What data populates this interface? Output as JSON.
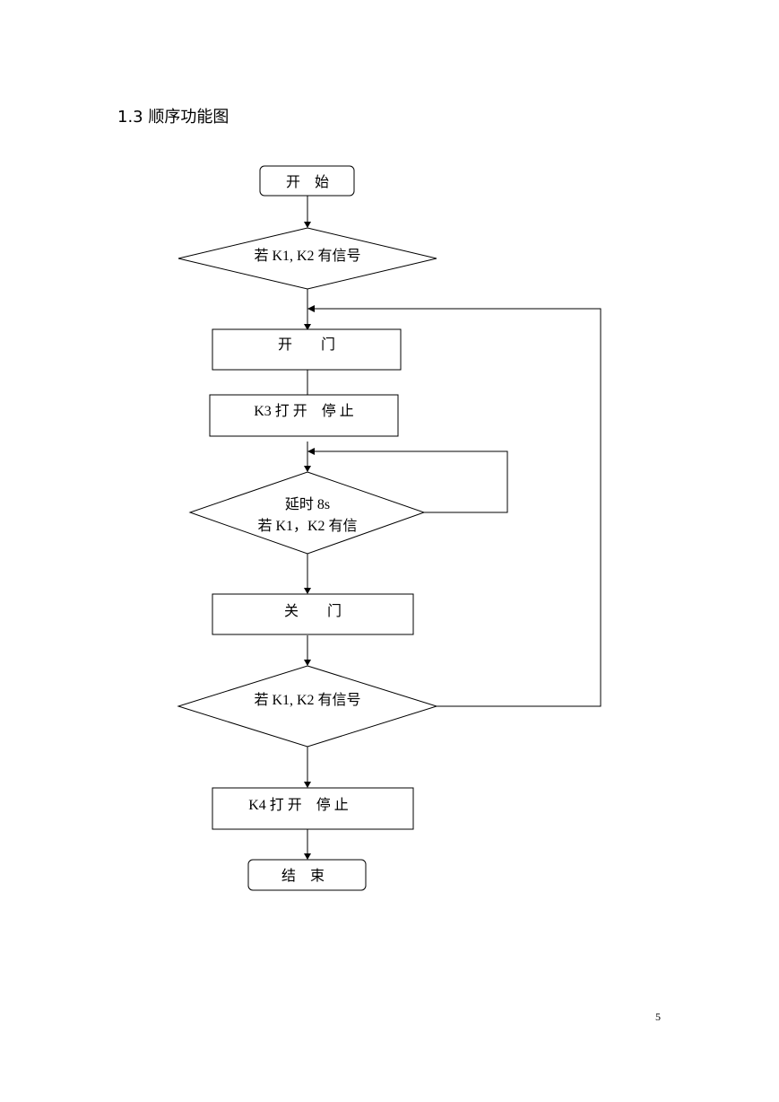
{
  "heading": "1.3 顺序功能图",
  "page_number": "5",
  "flowchart": {
    "start": "开　始",
    "check_signal_1": "若 K1, K2 有信号",
    "open_door": "开　　门",
    "k3_stop": "K3 打 开　停 止",
    "delay_line1": "延时 8s",
    "delay_line2": "若 K1，K2 有信",
    "close_door": "关　　门",
    "check_signal_2": "若 K1, K2 有信号",
    "k4_stop": "K4 打 开　停 止",
    "end": "结　束"
  }
}
